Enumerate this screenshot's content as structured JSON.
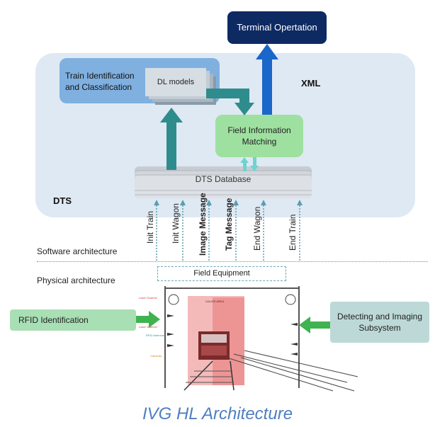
{
  "diagram": {
    "caption": "IVG HL Architecture",
    "terminal": "Terminal Opertation",
    "xml": "XML",
    "dts": "DTS",
    "train_identification": "Train Identification and Classification",
    "dl_models": "DL models",
    "field_information": "Field Information Matching",
    "dts_database": "DTS Database",
    "messages": [
      {
        "label": "Init Train",
        "bold": false
      },
      {
        "label": "Init Wagon",
        "bold": false
      },
      {
        "label": "Image Message",
        "bold": true
      },
      {
        "label": "Tag Message",
        "bold": true
      },
      {
        "label": "End Wagon",
        "bold": false
      },
      {
        "label": "End Train",
        "bold": false
      }
    ],
    "software_architecture": "Software architecture",
    "physical_architecture": "Physical architecture",
    "field_equipment": "Field Equipment",
    "rfid_identification": "RFID Identification",
    "detecting_imaging": "Detecting and Imaging Subsystem",
    "scene_labels": {
      "laser_scanner_top": "Laser Scanner",
      "laser_scanner_mid": "Laser Scanner",
      "rfid_antennas": "RFID Antennas",
      "cameras": "Cameras",
      "gauge_area": "GAUGE AREA"
    },
    "colors": {
      "terminal": "#0e2a63",
      "dts_panel": "#dfe9f3",
      "train_box": "#7fb0e0",
      "field_match": "#9ee0a0",
      "arrow_teal": "#2f8c8c",
      "arrow_blue": "#1b66c9",
      "rfid_box": "#a9dfb4",
      "detect_box": "#bcd9d7",
      "gauge_red": "#e05050",
      "caption": "#4f7fbf"
    }
  }
}
